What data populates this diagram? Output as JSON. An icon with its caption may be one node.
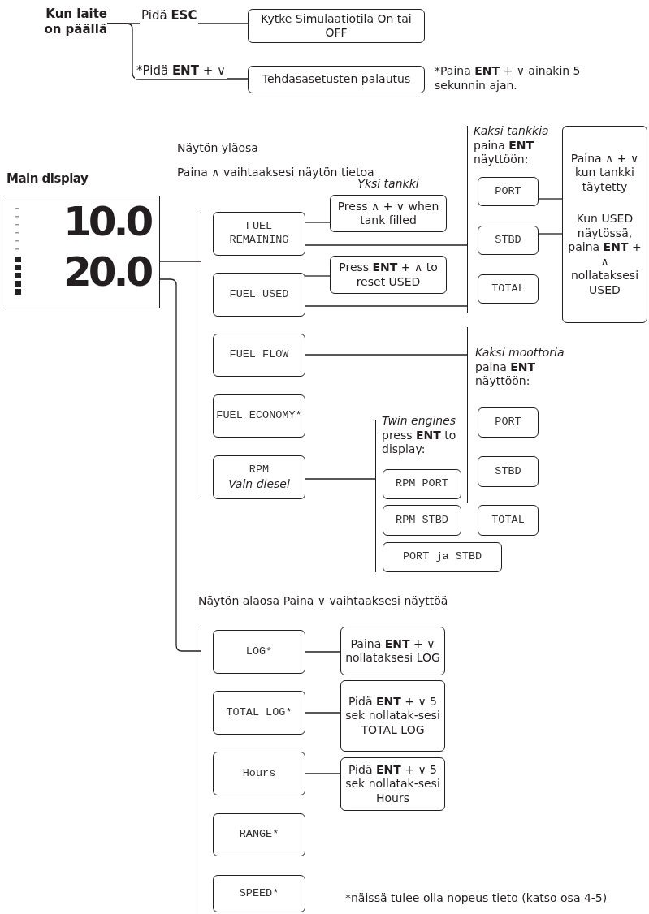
{
  "diagram": {
    "nodes": [
      {
        "text": [
          "Kun laite on päällä"
        ]
      },
      {
        "text": [
          "Kytke Simulaatiotila On tai OFF"
        ]
      },
      {
        "text": [
          "Tehdasasetusten palautus"
        ],
        "beside": [
          "*Paina **ENT** + ∨ ainakin 5 sekunnin ajan."
        ]
      },
      {
        "text": [
          "Main display",
          "10.0",
          "20.0"
        ]
      },
      {
        "text": [],
        "shape": "bar"
      },
      {
        "text": [
          "FUEL REMAINING"
        ]
      },
      {
        "text": [
          "Yksi tankki",
          "Press ∧ + ∨ when tank filled"
        ]
      },
      {
        "text": [
          "FUEL USED"
        ]
      },
      {
        "text": [
          "Press **ENT** + ∧ to reset USED"
        ]
      },
      {
        "text": [
          "FUEL FLOW"
        ]
      },
      {
        "text": [
          "FUEL ECONOMY*"
        ]
      },
      {
        "text": [
          "RPM",
          "Vain diesel"
        ]
      },
      {
        "text": [],
        "shape": "bar"
      },
      {
        "text": [
          "PORT"
        ]
      },
      {
        "text": [
          "STBD"
        ]
      },
      {
        "text": [
          "TOTAL"
        ]
      },
      {
        "text": [
          "Paina ∧ + ∨ kun tankki täytetty",
          "Kun USED näytössä, paina **ENT** + ∧ nollataksesi USED"
        ]
      },
      {
        "text": [],
        "shape": "bar"
      },
      {
        "text": [
          "PORT"
        ]
      },
      {
        "text": [
          "STBD"
        ]
      },
      {
        "text": [
          "TOTAL"
        ]
      },
      {
        "text": [],
        "shape": "bar"
      },
      {
        "text": [
          "RPM PORT"
        ]
      },
      {
        "text": [
          "RPM STBD"
        ]
      },
      {
        "text": [
          "PORT ja STBD"
        ]
      },
      {
        "text": [],
        "shape": "bar"
      },
      {
        "text": [
          "LOG*"
        ]
      },
      {
        "text": [
          "Paina **ENT** + ∨ nollataksesi LOG"
        ]
      },
      {
        "text": [
          "TOTAL LOG*"
        ]
      },
      {
        "text": [
          "Pidä **ENT** + ∨ 5 sek nollatak-sesi TOTAL LOG"
        ]
      },
      {
        "text": [
          "Hours"
        ]
      },
      {
        "text": [
          "Pidä **ENT** + ∨ 5 sek nollatak-sesi Hours"
        ]
      },
      {
        "text": [
          "RANGE*"
        ]
      },
      {
        "text": [
          "SPEED*"
        ]
      }
    ],
    "edges": [
      {
        "from": 0,
        "to": 1,
        "arrow": "none",
        "label": "Pidä **ESC**"
      },
      {
        "from": 0,
        "to": 2,
        "arrow": "none",
        "label": "*Pidä **ENT** + ∨"
      },
      {
        "from": 3,
        "to": 4,
        "arrow": "none"
      },
      {
        "from": 3,
        "to": 25,
        "arrow": "none"
      },
      {
        "from": 5,
        "to": 6,
        "arrow": "none"
      },
      {
        "from": 5,
        "to": 12,
        "arrow": "none"
      },
      {
        "from": 7,
        "to": 8,
        "arrow": "none"
      },
      {
        "from": 7,
        "to": 12,
        "arrow": "none"
      },
      {
        "from": 9,
        "to": 17,
        "arrow": "none"
      },
      {
        "from": 11,
        "to": 21,
        "arrow": "none"
      },
      {
        "from": 13,
        "to": 16,
        "arrow": "none"
      },
      {
        "from": 14,
        "to": 16,
        "arrow": "none"
      },
      {
        "from": 26,
        "to": 27,
        "arrow": "none"
      },
      {
        "from": 28,
        "to": 29,
        "arrow": "none"
      },
      {
        "from": 30,
        "to": 31,
        "arrow": "none"
      }
    ],
    "labels": [
      "Näytön yläosa",
      "Paina ∧ vaihtaaksesi näytön tietoa",
      "*Kaksi tankkia* paina **ENT** näyttöön:",
      "*Kaksi moottoria* paina **ENT** näyttöön:",
      "*Twin engines* press **ENT** to display:",
      "Näytön alaosa Paina ∨ vaihtaaksesi näyttöä",
      "*näissä tulee olla nopeus tieto (katso osa 4-5)"
    ]
  }
}
